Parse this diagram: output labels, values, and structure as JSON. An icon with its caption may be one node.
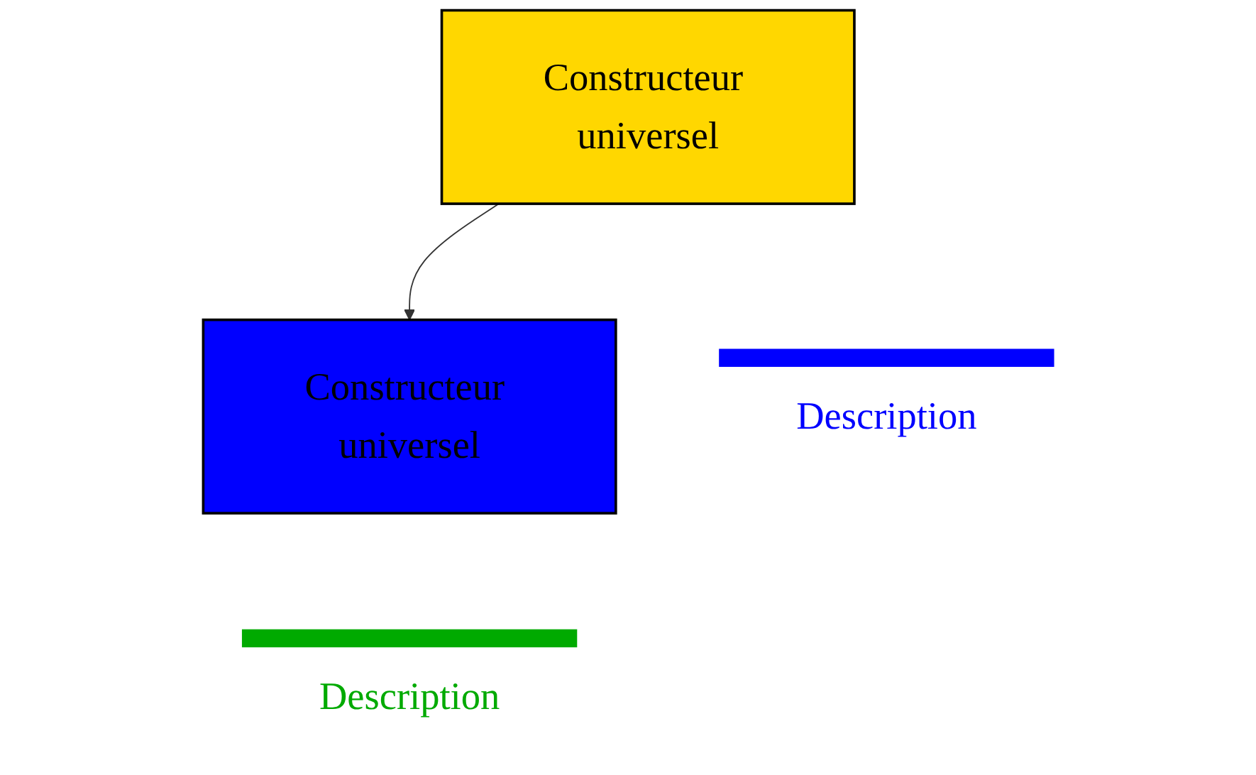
{
  "diagram": {
    "nodes": [
      {
        "text": [
          "Constructeur universel"
        ]
      },
      {
        "text": [
          "Constructeur universel"
        ]
      },
      {
        "text": [
          "Description"
        ]
      },
      {
        "text": [
          "Description"
        ]
      }
    ],
    "edges": [
      {
        "from": 0,
        "to": 1,
        "arrow": "to"
      }
    ]
  }
}
